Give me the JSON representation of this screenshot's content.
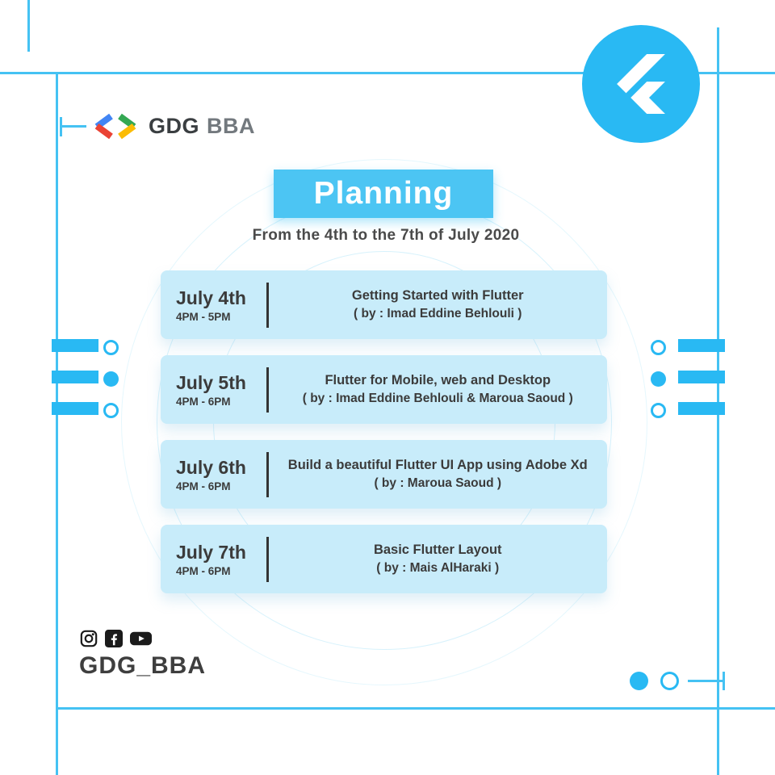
{
  "brand": {
    "gdg": "GDG",
    "bba": "BBA"
  },
  "banner": {
    "title": "Planning"
  },
  "subtitle": "From the 4th to the 7th of July 2020",
  "schedule": [
    {
      "date": "July 4th",
      "time": "4PM - 5PM",
      "title": "Getting Started with Flutter",
      "speakers": "( by : Imad Eddine Behlouli )"
    },
    {
      "date": "July 5th",
      "time": "4PM - 6PM",
      "title": "Flutter for Mobile, web and Desktop",
      "speakers": "( by : Imad Eddine Behlouli & Maroua Saoud )"
    },
    {
      "date": "July 6th",
      "time": "4PM - 6PM",
      "title": "Build a beautiful Flutter UI App using Adobe Xd",
      "speakers": "( by : Maroua Saoud )"
    },
    {
      "date": "July 7th",
      "time": "4PM - 6PM",
      "title": "Basic Flutter Layout",
      "speakers": "( by : Mais AlHaraki )"
    }
  ],
  "footer": {
    "handle": "GDG_BBA"
  },
  "icons": {
    "top_right": "flutter-logo",
    "header": "gdg-chevrons",
    "social": [
      "instagram-icon",
      "facebook-icon",
      "youtube-icon"
    ]
  },
  "colors": {
    "accent": "#29B9F3",
    "banner_bg": "#4CC5F3",
    "card_bg": "#C8ECFA",
    "text_dark": "#3B3B3B",
    "gdg_blue": "#4285F4",
    "gdg_red": "#EA4335",
    "gdg_green": "#34A853",
    "gdg_yellow": "#FBBC05"
  }
}
